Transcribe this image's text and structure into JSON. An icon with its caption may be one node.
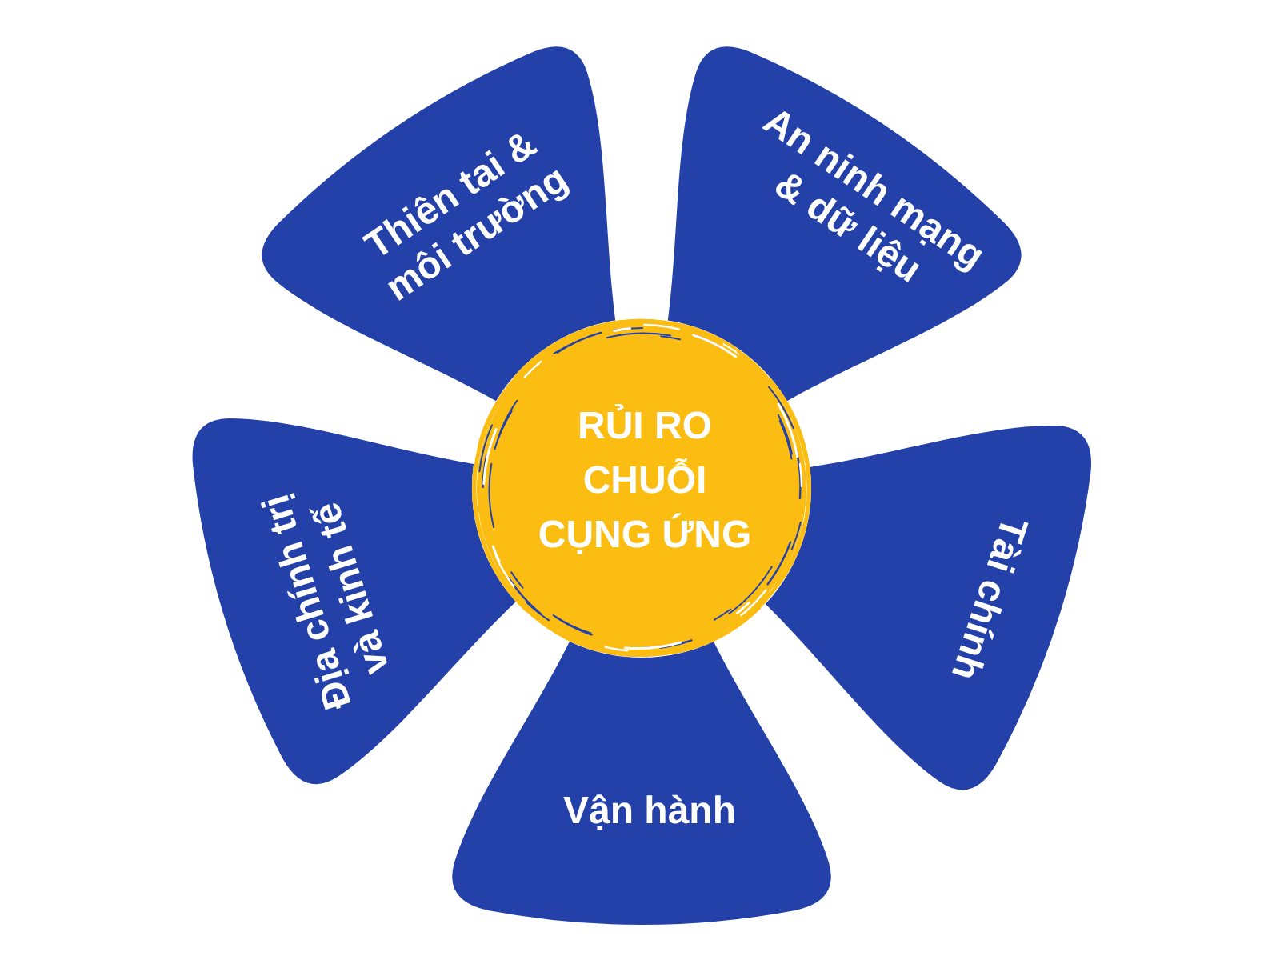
{
  "diagram": {
    "nodes": [
      {
        "text": [
          "RỦI RO CHUỖI CỤNG ỨNG"
        ]
      },
      {
        "text": [
          "Thiên tai & môi trường"
        ]
      },
      {
        "text": [
          "An ninh mạng & dữ liệu"
        ]
      },
      {
        "text": [
          "Địa chính trị và kinh tế"
        ]
      },
      {
        "text": [
          "Tài chính"
        ]
      },
      {
        "text": [
          "Vận hành"
        ]
      }
    ]
  }
}
